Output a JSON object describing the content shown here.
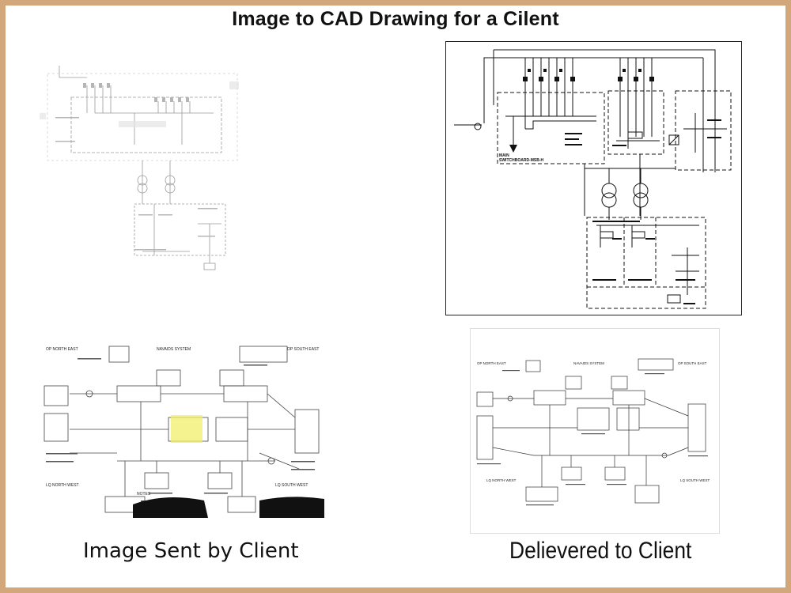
{
  "title": "Image to CAD Drawing for a Cilent",
  "captions": {
    "left": "Image Sent by Client",
    "right": "Delievered to Client"
  },
  "panels": {
    "top_left": {
      "name": "Scanned single line diagram (client image)"
    },
    "top_right": {
      "labels": [
        "MAIN",
        "SWITCHBOARD-MSB-H"
      ]
    },
    "bottom_left": {
      "labels": [
        "OP NORTH EAST",
        "NAVAIDS SYSTEM",
        "OP SOUTH EAST",
        "LQ NORTH WEST",
        "LQ SOUTH WEST",
        "NOTES"
      ]
    },
    "bottom_right": {
      "labels": [
        "OP NORTH EAST",
        "NAVAIDS SYSTEM",
        "OP SOUTH EAST",
        "LQ NORTH WEST",
        "LQ SOUTH WEST"
      ]
    }
  },
  "colors": {
    "frame": "#d2a87a",
    "highlight": "#f2ef6a"
  }
}
